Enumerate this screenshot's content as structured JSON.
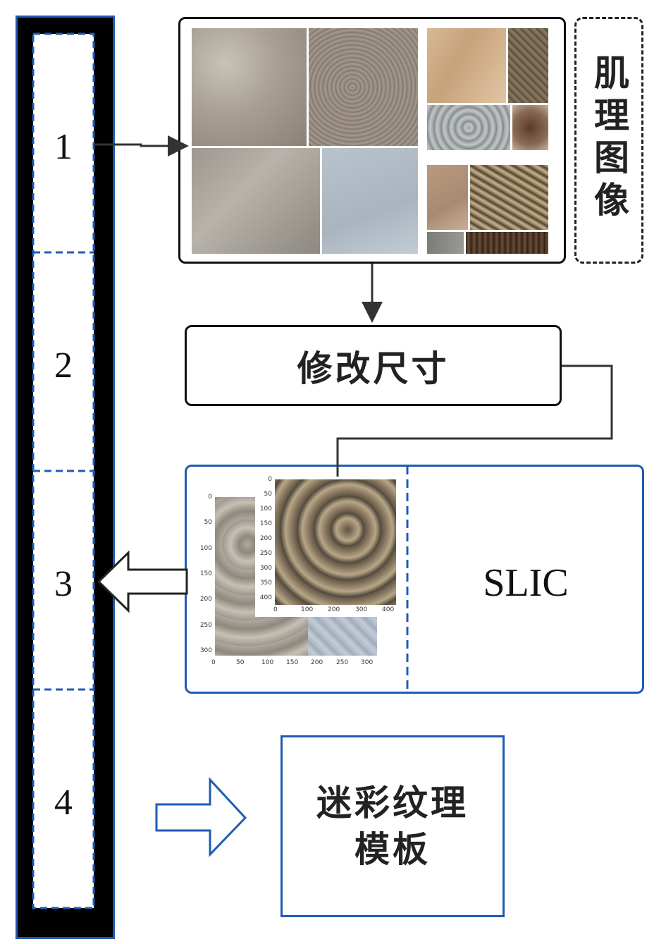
{
  "stages": [
    "1",
    "2",
    "3",
    "4"
  ],
  "texture_label": "肌理图像",
  "resize_label": "修改尺寸",
  "slic_label": "SLIC",
  "output_label_line1": "迷彩纹理",
  "output_label_line2": "模板",
  "plot_axis": {
    "back_y_ticks": [
      "0",
      "50",
      "100",
      "150",
      "200",
      "250",
      "300"
    ],
    "back_x_ticks": [
      "0",
      "50",
      "100",
      "150",
      "200",
      "250",
      "300"
    ],
    "front_y_ticks": [
      "0",
      "50",
      "100",
      "150",
      "200",
      "250",
      "300",
      "350",
      "400"
    ],
    "front_x_ticks": [
      "0",
      "100",
      "200",
      "300",
      "400"
    ]
  },
  "colors": {
    "accent_blue": "#1f5bb5",
    "line": "#333333"
  }
}
